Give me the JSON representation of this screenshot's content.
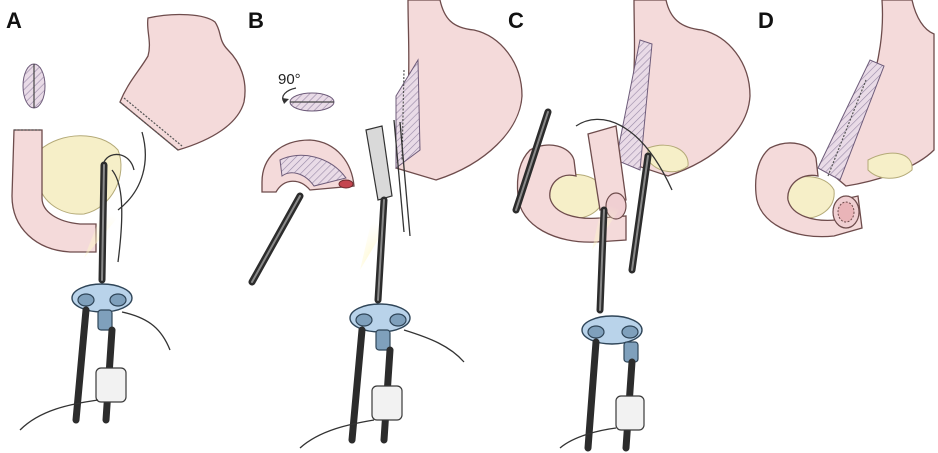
{
  "panels": [
    {
      "label": "A"
    },
    {
      "label": "B"
    },
    {
      "label": "C"
    },
    {
      "label": "D"
    }
  ],
  "annotations": {
    "rotation_angle": "90°"
  },
  "colors": {
    "tissue": "#f4dada",
    "fat": "#f6efc8",
    "port": "#b9d3ea",
    "instrument": "#2c2c2c"
  }
}
